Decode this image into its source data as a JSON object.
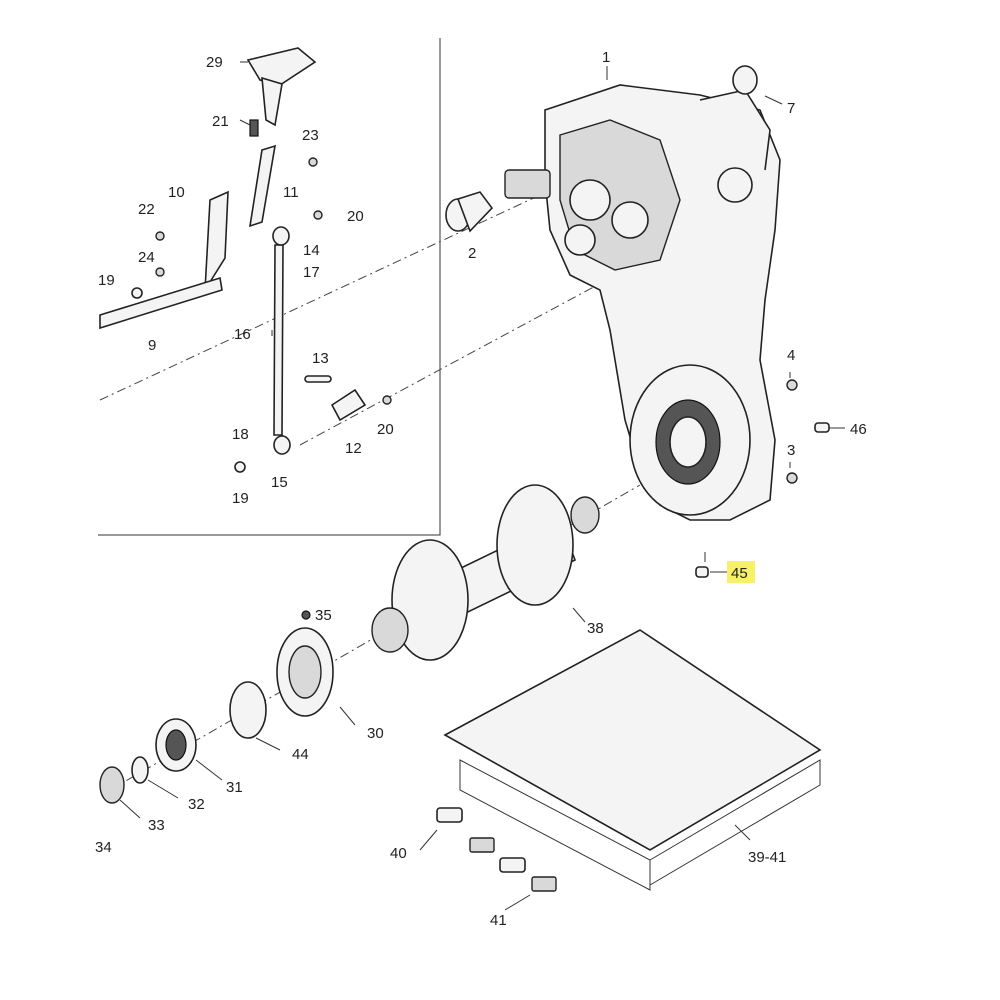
{
  "diagram": {
    "highlighted_callout": "45",
    "callouts": [
      {
        "id": "c1",
        "text": "1"
      },
      {
        "id": "c2",
        "text": "2"
      },
      {
        "id": "c3",
        "text": "3"
      },
      {
        "id": "c4",
        "text": "4"
      },
      {
        "id": "c7",
        "text": "7"
      },
      {
        "id": "c9",
        "text": "9"
      },
      {
        "id": "c10",
        "text": "10"
      },
      {
        "id": "c11",
        "text": "11"
      },
      {
        "id": "c12",
        "text": "12"
      },
      {
        "id": "c13",
        "text": "13"
      },
      {
        "id": "c14",
        "text": "14"
      },
      {
        "id": "c15",
        "text": "15"
      },
      {
        "id": "c16",
        "text": "16"
      },
      {
        "id": "c17",
        "text": "17"
      },
      {
        "id": "c18",
        "text": "18"
      },
      {
        "id": "c19a",
        "text": "19"
      },
      {
        "id": "c19b",
        "text": "19"
      },
      {
        "id": "c20a",
        "text": "20"
      },
      {
        "id": "c20b",
        "text": "20"
      },
      {
        "id": "c21",
        "text": "21"
      },
      {
        "id": "c22",
        "text": "22"
      },
      {
        "id": "c23",
        "text": "23"
      },
      {
        "id": "c24",
        "text": "24"
      },
      {
        "id": "c29",
        "text": "29"
      },
      {
        "id": "c30",
        "text": "30"
      },
      {
        "id": "c31",
        "text": "31"
      },
      {
        "id": "c32",
        "text": "32"
      },
      {
        "id": "c33",
        "text": "33"
      },
      {
        "id": "c34",
        "text": "34"
      },
      {
        "id": "c35",
        "text": "35"
      },
      {
        "id": "c38",
        "text": "38"
      },
      {
        "id": "c39_41",
        "text": "39-41"
      },
      {
        "id": "c40",
        "text": "40"
      },
      {
        "id": "c41",
        "text": "41"
      },
      {
        "id": "c44",
        "text": "44"
      },
      {
        "id": "c45",
        "text": "45"
      },
      {
        "id": "c46",
        "text": "46"
      }
    ]
  }
}
